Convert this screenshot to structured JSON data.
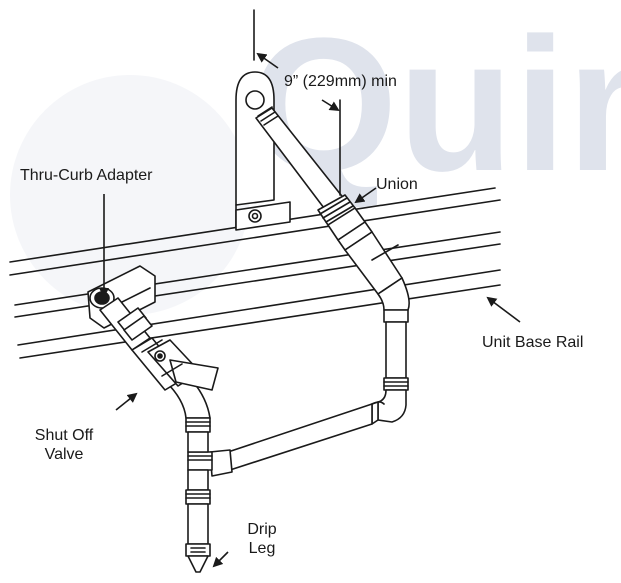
{
  "watermark": {
    "text": "Quima",
    "color": "#dfe3ec"
  },
  "diagram": {
    "labels": {
      "clearance": "9” (229mm) min",
      "union": "Union",
      "adapter": "Thru-Curb Adapter",
      "base_rail": "Unit Base Rail",
      "shutoff_line1": "Shut Off",
      "shutoff_line2": "Valve",
      "drip_line1": "Drip",
      "drip_line2": "Leg"
    },
    "icons": [
      "arrow-icon"
    ],
    "line_color": "#1a1a1a"
  }
}
